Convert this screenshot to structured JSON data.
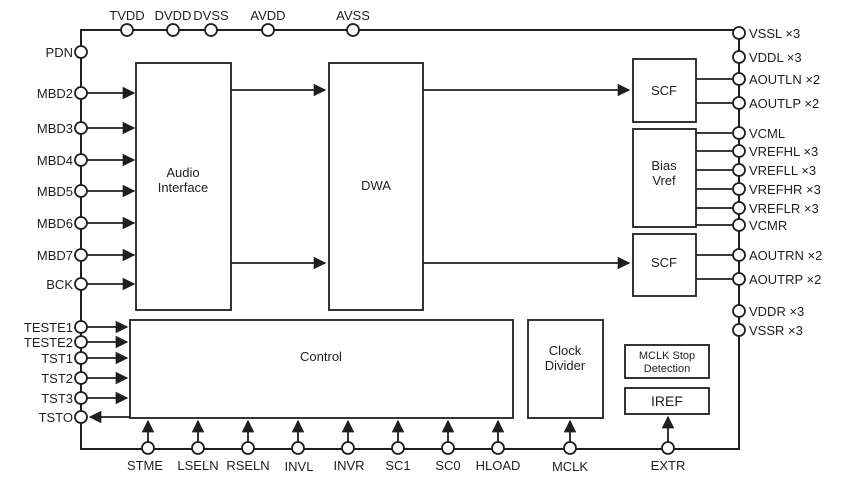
{
  "diagram_type": "chip-block-diagram",
  "colors": {
    "line": "#1f1f1f",
    "background": "#ffffff",
    "text": "#1f1f1f"
  },
  "blocks": {
    "audio_interface": {
      "line1": "Audio",
      "line2": "Interface"
    },
    "dwa": {
      "label": "DWA"
    },
    "scf_left": {
      "label": "SCF"
    },
    "bias_vref": {
      "line1": "Bias",
      "line2": "Vref"
    },
    "scf_right": {
      "label": "SCF"
    },
    "control": {
      "label": "Control"
    },
    "clock_divider": {
      "line1": "Clock",
      "line2": "Divider"
    },
    "mclk_stop_detection": {
      "line1": "MCLK Stop",
      "line2": "Detection"
    },
    "iref": {
      "label": "IREF"
    }
  },
  "pins": {
    "top": [
      "TVDD",
      "DVDD",
      "DVSS",
      "AVDD",
      "AVSS"
    ],
    "left": [
      "PDN",
      "MBD2",
      "MBD3",
      "MBD4",
      "MBD5",
      "MBD6",
      "MBD7",
      "BCK",
      "TESTE1",
      "TESTE2",
      "TST1",
      "TST2",
      "TST3",
      "TSTO"
    ],
    "right": [
      "VSSL ×3",
      "VDDL ×3",
      "AOUTLN ×2",
      "AOUTLP ×2",
      "VCML",
      "VREFHL ×3",
      "VREFLL ×3",
      "VREFHR ×3",
      "VREFLR ×3",
      "VCMR",
      "AOUTRN ×2",
      "AOUTRP ×2",
      "VDDR ×3",
      "VSSR ×3"
    ],
    "bottom": [
      "STME",
      "LSELN",
      "RSELN",
      "INVL",
      "INVR",
      "SC1",
      "SC0",
      "HLOAD",
      "MCLK",
      "EXTR"
    ]
  }
}
